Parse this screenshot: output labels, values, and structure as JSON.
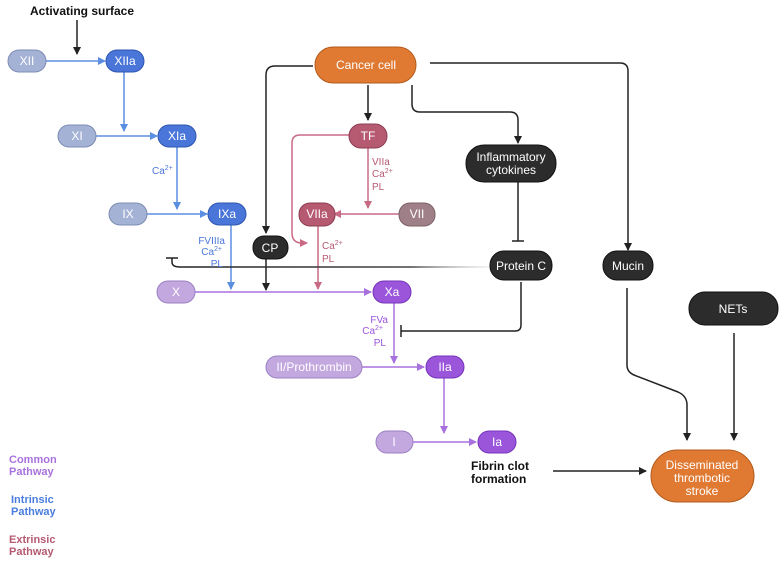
{
  "title": "Activating surface",
  "nodes": {
    "xii": "XII",
    "xiia": "XIIa",
    "xi": "XI",
    "xia": "XIa",
    "ix": "IX",
    "ixa": "IXa",
    "x": "X",
    "xa": "Xa",
    "ii": "II/Prothrombin",
    "iia": "IIa",
    "i": "I",
    "ia": "Ia",
    "cancer": "Cancer cell",
    "tf": "TF",
    "viia": "VIIa",
    "vii": "VII",
    "cp": "CP",
    "inflam_1": "Inflammatory",
    "inflam_2": "cytokines",
    "proteinc": "Protein C",
    "mucin": "Mucin",
    "nets": "NETs",
    "stroke_1": "Disseminated",
    "stroke_2": "thrombotic",
    "stroke_3": "stroke"
  },
  "labels": {
    "ca": "Ca",
    "ca_sup": "2+",
    "fviiia": "FVIIIa",
    "pl": "PL",
    "fva": "FVa",
    "viia_lbl": "VIIa",
    "fibrin_1": "Fibrin clot",
    "fibrin_2": "formation"
  },
  "legend": {
    "common_1": "Common",
    "common_2": "Pathway",
    "intrinsic_1": "Intrinsic",
    "intrinsic_2": "Pathway",
    "extrinsic_1": "Extrinsic",
    "extrinsic_2": "Pathway"
  },
  "colors": {
    "intrinsic_light": "#a4b2d6",
    "intrinsic_dark": "#4a76d9",
    "intrinsic_arrow": "#5b8de0",
    "common_light": "#c3a8e0",
    "common_dark": "#9a55db",
    "common_arrow": "#a872de",
    "extrinsic_dark": "#b65a72",
    "extrinsic_light": "#a08088",
    "extrinsic_arrow": "#c96a85",
    "cancer": "#e07a33",
    "dark": "#2c2c2c"
  }
}
